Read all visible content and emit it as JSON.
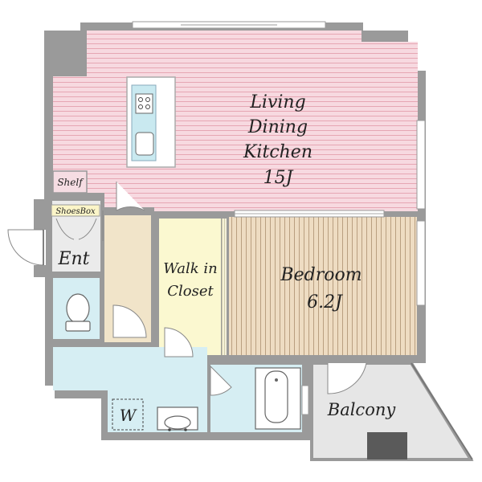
{
  "rooms": {
    "ldk": {
      "name_line1": "Living",
      "name_line2": "Dining",
      "name_line3": "Kitchen",
      "size": "15J"
    },
    "bedroom": {
      "name": "Bedroom",
      "size": "6.2J"
    },
    "walk_in_closet": {
      "name_line1": "Walk in",
      "name_line2": "Closet"
    },
    "entrance": {
      "name": "Ent"
    },
    "balcony": {
      "name": "Balcony"
    },
    "washer": {
      "name": "W"
    },
    "shelf": {
      "name": "Shelf"
    },
    "shoes_box": {
      "name": "ShoesBox"
    }
  },
  "colors": {
    "wall": "#9a9a9a",
    "ldk_floor": "#f7d9e0",
    "ldk_stripe": "#e6a6b3",
    "bedroom_floor": "#eedcc2",
    "bedroom_stripe": "#b99f80",
    "hall_floor": "#f1e4c9",
    "closet_floor": "#fbf8d0",
    "wet_floor": "#d6eef3",
    "balcony_floor": "#e6e6e6",
    "shelf_fill": "#f6dde3"
  }
}
